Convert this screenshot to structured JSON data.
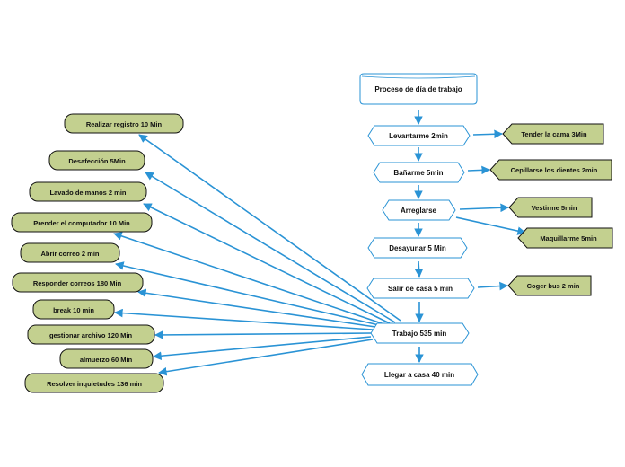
{
  "colors": {
    "connector": "#2a93d5",
    "hex_border": "#2a93d5",
    "hex_fill": "#ffffff",
    "green_fill": "#c3d08f",
    "green_border": "#111111",
    "text": "#111111"
  },
  "title": "Proceso de día de trabajo",
  "steps": [
    {
      "id": "levantarme",
      "label": "Levantarme 2min"
    },
    {
      "id": "banarme",
      "label": "Bañarme 5min"
    },
    {
      "id": "arreglarse",
      "label": "Arreglarse"
    },
    {
      "id": "desayunar",
      "label": "Desayunar 5 Min"
    },
    {
      "id": "salir",
      "label": "Salir de casa 5 min"
    },
    {
      "id": "trabajo",
      "label": "Trabajo 535 min"
    },
    {
      "id": "llegar",
      "label": "Llegar a casa  40 min"
    }
  ],
  "side_tasks": [
    {
      "id": "tender",
      "label": "Tender la cama  3Min",
      "parent": "levantarme"
    },
    {
      "id": "cepillarse",
      "label": "Cepillarse los dientes 2min",
      "parent": "banarme"
    },
    {
      "id": "vestirme",
      "label": "Vestirme 5min",
      "parent": "arreglarse"
    },
    {
      "id": "maquillarme",
      "label": "Maquillarme 5min",
      "parent": "arreglarse"
    },
    {
      "id": "bus",
      "label": "Coger bus 2 min",
      "parent": "salir"
    }
  ],
  "work_tasks": [
    {
      "id": "registro",
      "label": "Realizar registro 10 Min"
    },
    {
      "id": "desafeccion",
      "label": "Desafección 5Min"
    },
    {
      "id": "lavado",
      "label": "Lavado de manos 2 min"
    },
    {
      "id": "computador",
      "label": "Prender el computador 10 Min"
    },
    {
      "id": "correo",
      "label": "Abrir correo 2 min"
    },
    {
      "id": "responder",
      "label": "Responder correos 180 Min"
    },
    {
      "id": "break",
      "label": "break 10 min"
    },
    {
      "id": "archivo",
      "label": "gestionar archivo 120 Min"
    },
    {
      "id": "almuerzo",
      "label": "almuerzo 60 Min"
    },
    {
      "id": "inquietudes",
      "label": "Resolver inquietudes 136 min"
    }
  ]
}
